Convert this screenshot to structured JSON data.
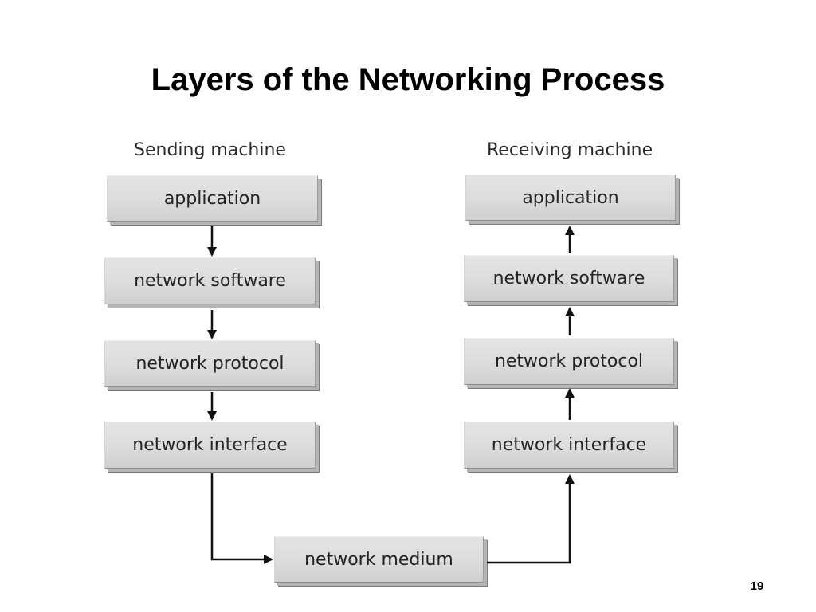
{
  "title": "Layers of the Networking Process",
  "sending": {
    "heading": "Sending machine",
    "layers": [
      "application",
      "network software",
      "network protocol",
      "network interface"
    ]
  },
  "receiving": {
    "heading": "Receiving machine",
    "layers": [
      "application",
      "network software",
      "network protocol",
      "network interface"
    ]
  },
  "medium": {
    "label": "network medium"
  },
  "flow": {
    "sending_direction": "down",
    "receiving_direction": "up"
  },
  "slide_number": "19",
  "colors": {
    "box_fill": "#dcdcdc",
    "box_shadow": "#7a7a7a",
    "arrow": "#111111",
    "title": "#000000"
  }
}
